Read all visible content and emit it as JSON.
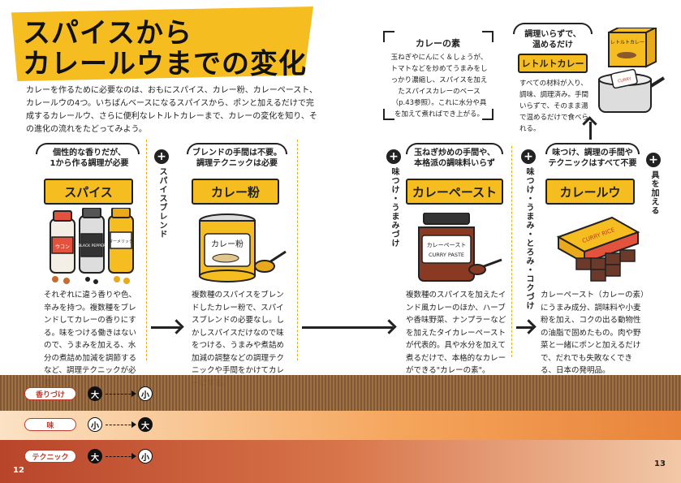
{
  "title": {
    "line1": "スパイスから",
    "line2": "カレールウまでの変化"
  },
  "intro": "カレーを作るために必要なのは、おもにスパイス、カレー粉、カレーペースト、カレールウの4つ。いちばんベースになるスパイスから、ポンと加えるだけで完成するカレールウ、さらに便利なレトルトカレーまで、カレーの変化を知り、その進化の流れをたどってみよう。",
  "stages": [
    {
      "caption": "個性的な香りだが、\n1から作る調理が必要",
      "label": "スパイス",
      "desc": "それぞれに違う香りや色、辛みを持つ。複数種をブレンドしてカレーの香りにする。味をつける働きはないので、うまみを加える、水分の煮詰め加減を調節するなど、調理テクニックが必要。",
      "jars": [
        "ウコン",
        "BLACK PEPPER",
        "ターメリック"
      ]
    },
    {
      "caption": "ブレンドの手間は不要。\n調理テクニックは必要",
      "label": "カレー粉",
      "plus": "スパイスブレンド",
      "desc": "複数種のスパイスをブレンドしたカレー粉で、スパイスブレンドの必要なし。しかしスパイスだけなので味をつける、うまみや煮詰め加減の調整などの調理テクニックや手間をかけてカレーにする。",
      "can_text": "カレー粉"
    },
    {
      "caption": "玉ねぎ炒めの手間や、\n本格派の調味料いらず",
      "label": "カレーペースト",
      "plus": "味つけ・うまみづけ",
      "desc": "複数種のスパイスを加えたインド風カレーのほか、ハーブや香味野菜、ナンプラーなどを加えたタイカレーペーストが代表的。具や水分を加えて煮るだけで、本格的なカレーができる\"カレーの素\"。",
      "jar_lines": [
        "カレーペースト",
        "CURRY PASTE"
      ]
    },
    {
      "caption": "味つけ、調理の手間や\nテクニックはすべて不要",
      "label": "カレールウ",
      "plus": "味つけ・うまみ・とろみ・コクづけ",
      "desc": "カレーペースト（カレーの素）にうまみ成分、調味料や小麦粉を加え、コクの出る動物性の油脂で固めたもの。肉や野菜と一緒にポンと加えるだけで、だれでも失敗なくできる、日本の発明品。",
      "box_text": "CURRY RICE"
    }
  ],
  "extra_plus": "具を加える",
  "retort": {
    "caption": "調理いらずで、\n温めるだけ",
    "label": "レトルトカレー",
    "desc": "すべての材料が入り、調味、調理済み。手間いらずで、そのまま湯で温めるだけで食べられる。",
    "pack_text": "レトルトカレー",
    "pouch_text": "CURRY"
  },
  "curry_base": {
    "title": "カレーの素",
    "text": "玉ねぎやにんにく＆しょうが、トマトなどを炒めてうまみをしっかり濃縮し、スパイスを加えたスパイスカレーのベース（p.43参照）。これに水分や具を加えて煮ればでき上がる。"
  },
  "scales": [
    {
      "name": "香りづけ",
      "left": "大",
      "right": "小"
    },
    {
      "name": "味",
      "left": "小",
      "right": "大"
    },
    {
      "name": "テクニック",
      "left": "大",
      "right": "小"
    }
  ],
  "page_left": "12",
  "page_right": "13"
}
